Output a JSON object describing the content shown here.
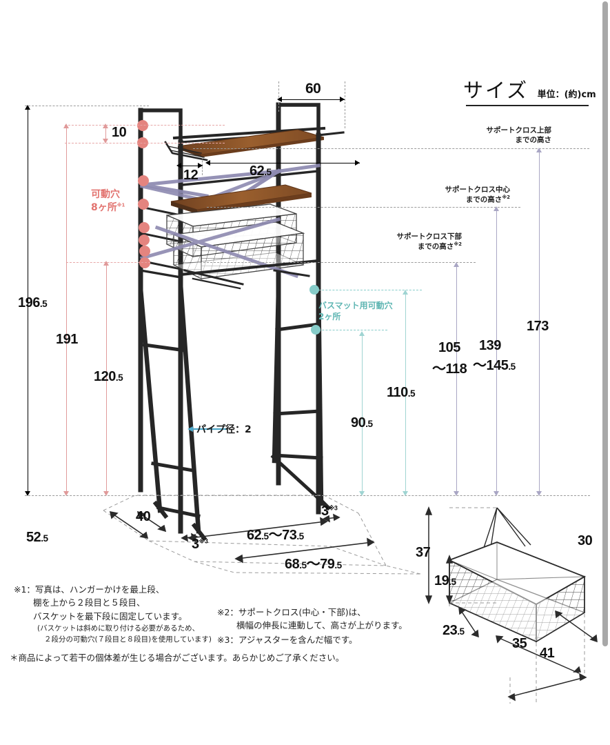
{
  "header": {
    "title": "サイズ",
    "unit": "単位：(約)cm"
  },
  "labels": {
    "movable_holes": "可動穴",
    "movable_holes_count": "8ヶ所",
    "movable_holes_note": "※1",
    "bathmat_holes": "バスマット用可動穴",
    "bathmat_holes_count": "2ヶ所",
    "pipe_diameter": "パイプ径：2",
    "support_cross_top": "サポートクロス上部",
    "support_cross_top2": "までの高さ",
    "support_cross_mid": "サポートクロス中心",
    "support_cross_mid2": "までの高さ",
    "support_cross_mid_note": "※2",
    "support_cross_bottom": "サポートクロス下部",
    "support_cross_bottom2": "までの高さ",
    "support_cross_bottom_note": "※2"
  },
  "dimensions": {
    "top_width": "60",
    "gap_10": "10",
    "gap_12": "12",
    "shelf_width": "62.5",
    "total_height": "196.5",
    "height_191": "191",
    "height_120_5": "120.5",
    "height_90_5": "90.5",
    "height_110_5": "110.5",
    "height_105_118": "105\n～118",
    "height_105_118_a": "105",
    "height_105_118_b": "～118",
    "height_139_145_5_a": "139",
    "height_139_145_5_b": "～145.5",
    "height_173": "173",
    "depth_40": "40",
    "depth_52_5": "52.5",
    "adjuster_3_left": "3",
    "adjuster_3_left_note": "※3",
    "adjuster_3_right": "3",
    "adjuster_3_right_note": "※3",
    "inner_width": "62.5～73.5",
    "outer_width": "68.5～79.5"
  },
  "basket": {
    "height_total": "37",
    "height_body": "19.5",
    "depth_side": "23.5",
    "depth_top": "30",
    "width_bottom": "35",
    "width_top": "41"
  },
  "footnotes": {
    "n1_l1": "※1：写真は、ハンガーかけを最上段、",
    "n1_l2": "棚を上から２段目と５段目、",
    "n1_l3": "バスケットを最下段に固定しています。",
    "n1_l4": "(バスケットは斜めに取り付ける必要があるため、",
    "n1_l5": "２段分の可動穴(７段目と８段目)を使用しています)",
    "n2_l1": "※2：サポートクロス(中心・下部)は、",
    "n2_l2": "横幅の伸長に連動して、高さが上がります。",
    "n3_l1": "※3：アジャスターを含んだ幅です。",
    "star": "＊商品によって若干の個体差が生じる場合がございます。あらかじめご了承ください。"
  },
  "colors": {
    "red": "#e2736f",
    "teal": "#5fb6b3",
    "lavender": "#a9a6c4",
    "wood": "#8a5228",
    "frame": "#262626"
  }
}
